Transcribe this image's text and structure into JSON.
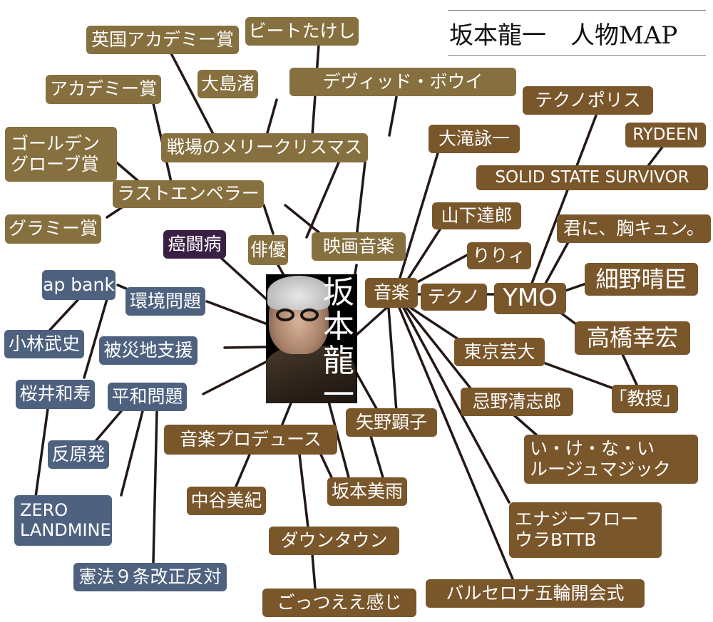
{
  "title": "坂本龍一　人物MAP",
  "colors": {
    "film": "#86703f",
    "music": "#7a562b",
    "activism": "#4e6280",
    "illness": "#3a1f45",
    "line": "#231815"
  },
  "center": {
    "name": "坂本龍一",
    "name_vertical": "坂\n本\n龍\n一"
  },
  "nodes": {
    "eikoku_academy": "英国アカデミー賞",
    "beat_takeshi": "ビートたけし",
    "oshima_nagisa": "大島渚",
    "academy": "アカデミー賞",
    "david_bowie": "デヴィッド・ボウイ",
    "technopolis": "テクノポリス",
    "golden_globe": "ゴールデン\nグローブ賞",
    "merry_christmas": "戦場のメリークリスマス",
    "otaki_eiichi": "大滝詠一",
    "rydeen": "RYDEEN",
    "last_emperor": "ラストエンペラー",
    "solid_state_survivor": "SOLID STATE SURVIVOR",
    "grammy": "グラミー賞",
    "yamashita_tatsuro": "山下達郎",
    "kimini_munekyun": "君に、胸キュン。",
    "cancer": "癌闘病",
    "actor": "俳優",
    "film_music": "映画音楽",
    "lily": "りりィ",
    "ap_bank": "ap bank",
    "environment": "環境問題",
    "music": "音楽",
    "techno": "テクノ",
    "ymo": "YMO",
    "hosono_haruomi": "細野晴臣",
    "kobayashi_takeshi": "小林武史",
    "disaster_support": "被災地支援",
    "takahashi_yukihiro": "高橋幸宏",
    "tokyo_geidai": "東京芸大",
    "sakurai_kazutoshi": "桜井和寿",
    "peace": "平和問題",
    "professor": "「教授」",
    "imawano_kiyoshiro": "忌野清志郎",
    "yano_akiko": "矢野顕子",
    "anti_nuclear": "反原発",
    "music_produce": "音楽プロデュース",
    "ikenai_rouge": "い・け・な・い\nルージュマジック",
    "nakatani_miki": "中谷美紀",
    "sakamoto_miu": "坂本美雨",
    "zero_landmine": "ZERO\nLANDMINE",
    "energy_flow": "エナジーフロー\nウラBTTB",
    "downtown": "ダウンタウン",
    "article9": "憲法９条改正反対",
    "gottsuee": "ごっつええ感じ",
    "barcelona": "バルセロナ五輪開会式"
  }
}
